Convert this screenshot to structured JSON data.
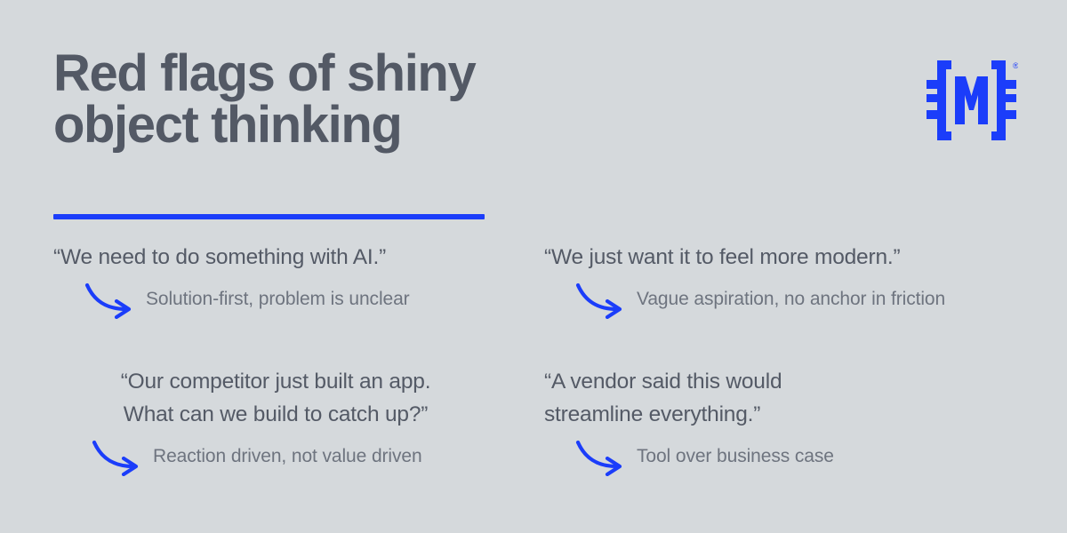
{
  "background_color": "#d5d9dc",
  "accent_color": "#1b3dfa",
  "heading_color": "#535965",
  "body_color": "#6e747f",
  "header": {
    "title": "Red flags of shiny\nobject thinking",
    "divider": "accent-rule"
  },
  "logo": {
    "name": "curly-brace-m-logo",
    "text": "{M}",
    "trademark": "®"
  },
  "items": [
    {
      "quote": "“We need to do something with AI.”",
      "answer": "Solution-first, problem is unclear",
      "arrow_icon": "curved-arrow-right-icon"
    },
    {
      "quote": "“We just want it to feel more modern.”",
      "answer": "Vague aspiration, no anchor in friction",
      "arrow_icon": "curved-arrow-right-icon"
    },
    {
      "quote": "“Our competitor just built an app.\nWhat can we build to catch up?”",
      "answer": "Reaction driven, not value driven",
      "arrow_icon": "curved-arrow-right-icon"
    },
    {
      "quote": "“A vendor said this would\nstreamline everything.”",
      "answer": "Tool over business case",
      "arrow_icon": "curved-arrow-right-icon"
    }
  ]
}
